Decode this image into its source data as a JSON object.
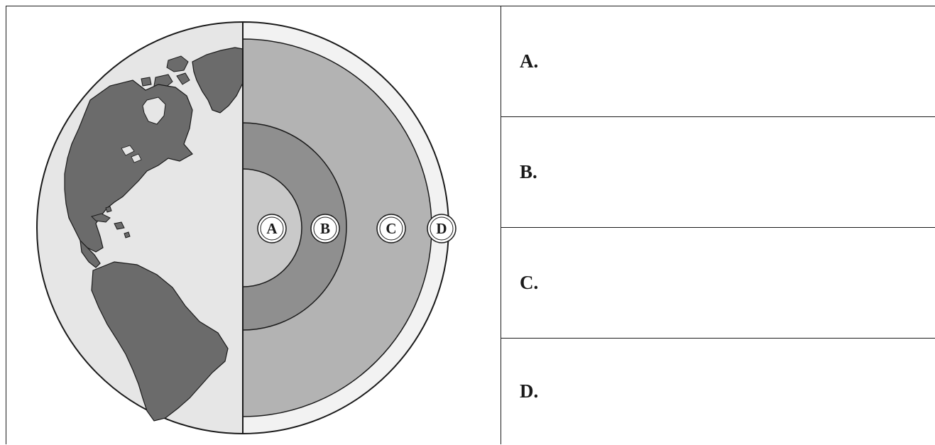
{
  "diagram": {
    "layer_markers": [
      "A",
      "B",
      "C",
      "D"
    ],
    "colors": {
      "ocean": "#e6e6e6",
      "land": "#6b6b6b",
      "inner_core": "#c9c9c9",
      "outer_core": "#8f8f8f",
      "mantle": "#b3b3b3",
      "crust": "#f2f2f2",
      "outline": "#1a1a1a"
    }
  },
  "answers": [
    {
      "label": "A.",
      "value": ""
    },
    {
      "label": "B.",
      "value": ""
    },
    {
      "label": "C.",
      "value": ""
    },
    {
      "label": "D.",
      "value": ""
    }
  ]
}
